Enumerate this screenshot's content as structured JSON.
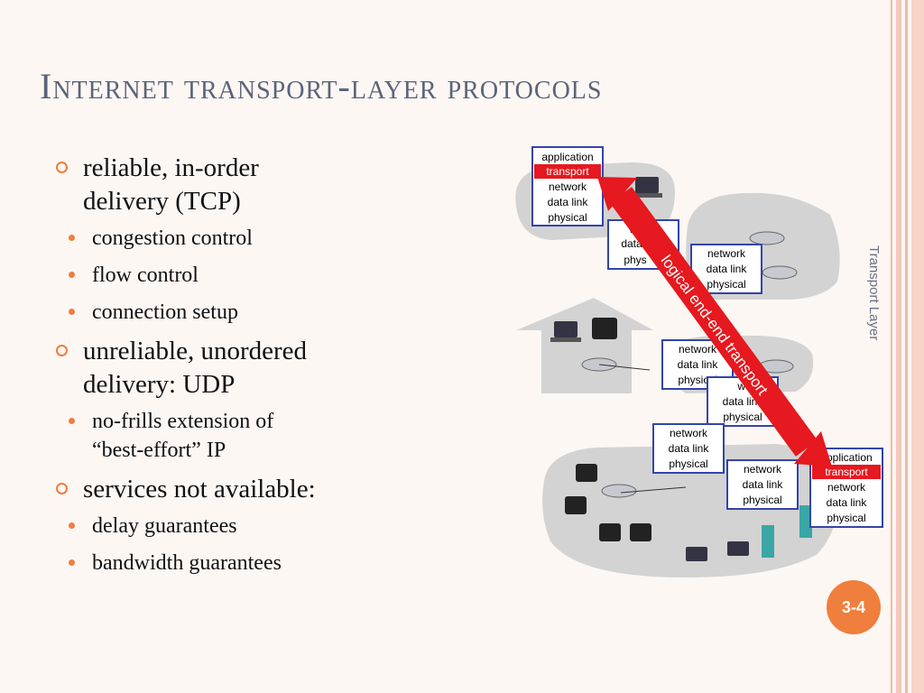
{
  "slide": {
    "title": "Internet transport-layer protocols",
    "page_number": "3-4",
    "side_label": "Transport Layer"
  },
  "bullets": [
    {
      "text_line1": "reliable, in-order",
      "text_line2": "delivery (TCP)",
      "sub": [
        "congestion control",
        "flow control",
        "connection setup"
      ]
    },
    {
      "text_line1": "unreliable, unordered",
      "text_line2": "delivery: UDP",
      "sub_line1": "no-frills extension of",
      "sub_line2": "“best-effort” IP"
    },
    {
      "text_line1": "services not available:",
      "sub": [
        "delay guarantees",
        "bandwidth guarantees"
      ]
    }
  ],
  "diagram": {
    "arrow_label": "logical end-end transport",
    "stack_labels": {
      "application": "application",
      "transport": "transport",
      "network": "network",
      "data_link": "data link",
      "physical": "physical",
      "partial_network": "work",
      "partial_data": "data",
      "partial_phys": "phys",
      "partial_app": "application"
    }
  },
  "colors": {
    "accent": "#f07e3c",
    "transport_highlight": "#e5191f",
    "arrow": "#e5191f",
    "title": "#5b6478",
    "cloud": "#d3d3d3",
    "stack_border": "#3344aa"
  }
}
